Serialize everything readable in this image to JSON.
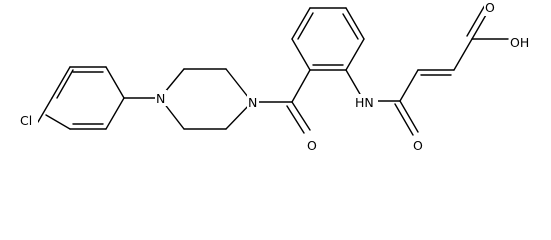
{
  "molecule": {
    "atoms": [
      {
        "id": "cl",
        "label": "Cl"
      },
      {
        "id": "n1",
        "label": "N"
      },
      {
        "id": "n2",
        "label": "N"
      },
      {
        "id": "o1",
        "label": "O"
      },
      {
        "id": "nh",
        "label": "HN"
      },
      {
        "id": "o2",
        "label": "O"
      },
      {
        "id": "o3",
        "label": "O"
      },
      {
        "id": "oh",
        "label": "OH"
      }
    ],
    "colors": {
      "bond": "#000000",
      "text": "#000000",
      "background": "#ffffff"
    }
  }
}
